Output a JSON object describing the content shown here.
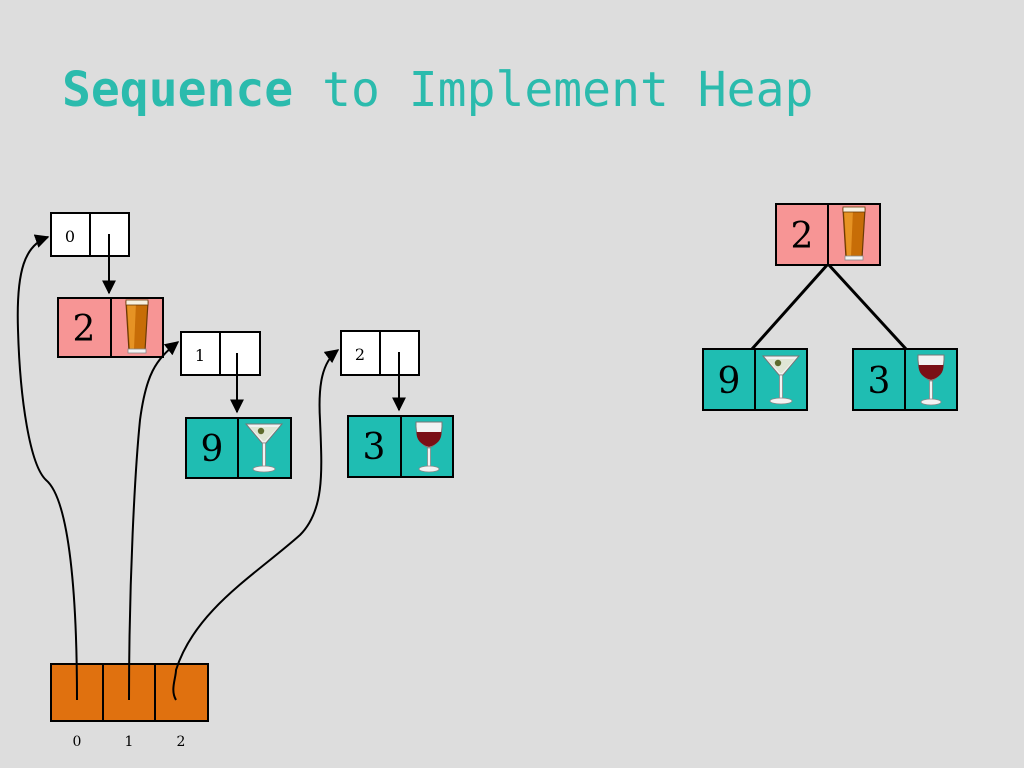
{
  "title": {
    "bold_word": "Sequence",
    "rest": " to Implement Heap",
    "color": "#2bbbad"
  },
  "colors": {
    "pink": "#f79595",
    "teal": "#1fbdb2",
    "orange": "#e0710f",
    "white": "#ffffff",
    "stroke": "#000000"
  },
  "position_nodes": [
    {
      "index": "0"
    },
    {
      "index": "1"
    },
    {
      "index": "2"
    }
  ],
  "entries": [
    {
      "key": "2",
      "value_icon": "beer-glass-icon",
      "fill": "pink"
    },
    {
      "key": "9",
      "value_icon": "martini-glass-icon",
      "fill": "teal"
    },
    {
      "key": "3",
      "value_icon": "wine-glass-icon",
      "fill": "teal"
    }
  ],
  "sequence_indices": [
    "0",
    "1",
    "2"
  ],
  "tree": {
    "root": {
      "key": "2",
      "value_icon": "beer-glass-icon"
    },
    "left": {
      "key": "9",
      "value_icon": "martini-glass-icon"
    },
    "right": {
      "key": "3",
      "value_icon": "wine-glass-icon"
    }
  }
}
